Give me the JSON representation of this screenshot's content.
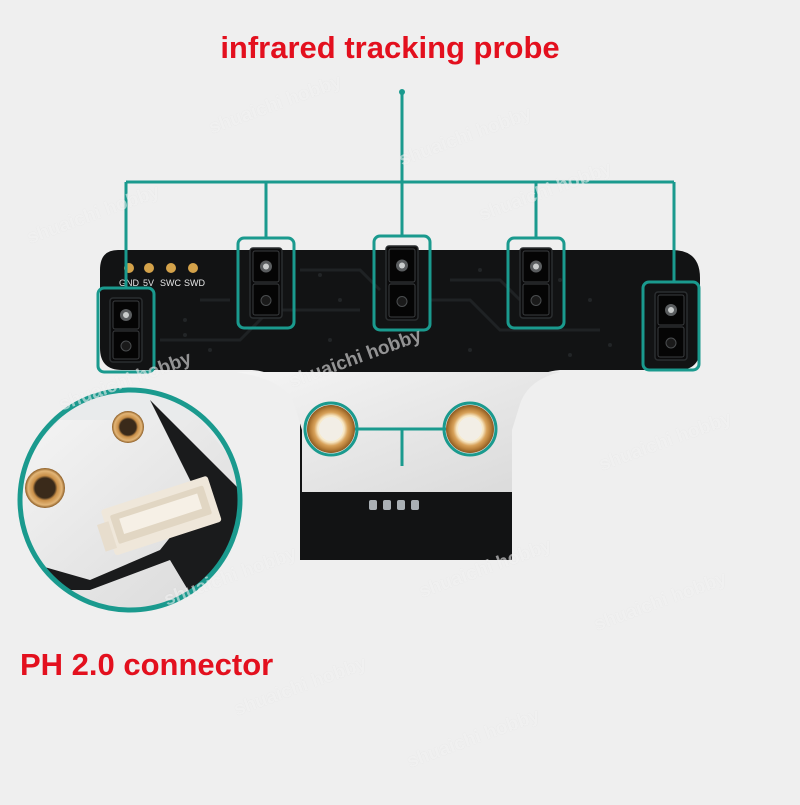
{
  "title": "infrared tracking probe",
  "connector_label": "PH 2.0 connector",
  "pin_labels": [
    "GND",
    "5V",
    "SWC",
    "SWD"
  ],
  "watermark": "shuaichi hobby",
  "colors": {
    "label_red": "#e3101e",
    "callout_teal": "#1a9a8e",
    "pcb_black": "#111213",
    "background": "#efefef"
  }
}
